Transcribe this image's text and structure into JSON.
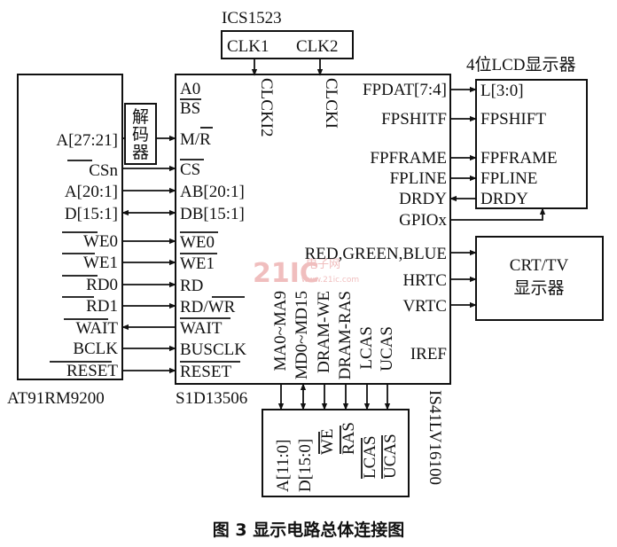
{
  "chips": {
    "ics": "ICS1523",
    "ics_clk1": "CLK1",
    "ics_clk2": "CLK2",
    "lcd_title": "4位LCD显示器",
    "main_left": "AT91RM9200",
    "main_center": "S1D13506",
    "dram": "IS41LV16100",
    "decoder": [
      "解",
      "码",
      "器"
    ],
    "crt": [
      "CRT/TV",
      "显示器"
    ]
  },
  "at91_pins": [
    "A[27:21]",
    "CSn",
    "A[20:1]",
    "D[15:1]",
    "WE0",
    "WE1",
    "RD0",
    "RD1",
    "WAIT",
    "BCLK",
    "RESET"
  ],
  "s1d_left_pins": [
    "A0",
    "BS",
    "M/R",
    "CS",
    "AB[20:1]",
    "DB[15:1]",
    "WE0",
    "WE1",
    "RD",
    "RD/WR",
    "WAIT",
    "BUSCLK",
    "RESET"
  ],
  "s1d_top_pins": [
    "CLCKI2",
    "CLCKI"
  ],
  "s1d_right_pins": [
    "FPDAT[7:4]",
    "FPSHITF",
    "FPFRAME",
    "FPLINE",
    "DRDY",
    "GPIOx",
    "RED,GREEN,BLUE",
    "HRTC",
    "VRTC",
    "IREF"
  ],
  "s1d_bottom_pins": [
    "MA0~MA9",
    "MD0~MD15",
    "DRAM-WE",
    "DRAM-RAS",
    "LCAS",
    "UCAS"
  ],
  "lcd_pins": [
    "L[3:0]",
    "FPSHIFT",
    "FPFRAME",
    "FPLINE",
    "DRDY"
  ],
  "dram_pins": [
    "A[11:0]",
    "D[15:0]",
    "WE",
    "RAS",
    "LCAS",
    "UCAS"
  ],
  "caption": "图 3   显示电路总体连接图",
  "watermark": {
    "num": "21IC",
    "top": "电子网",
    "sub": "www.21ic.com"
  }
}
